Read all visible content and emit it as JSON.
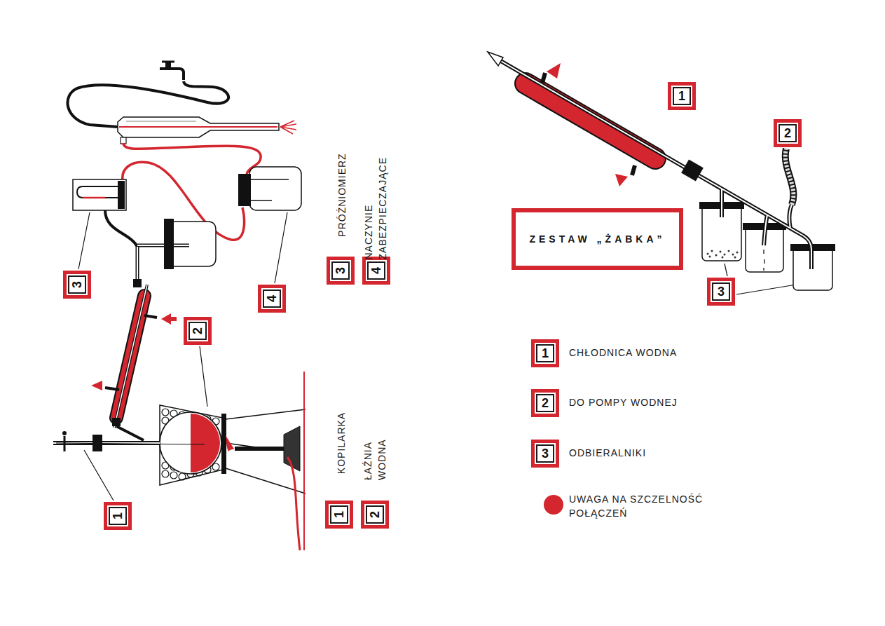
{
  "diagram": {
    "nodes": [
      {
        "text": [
          "1"
        ]
      },
      {
        "text": [
          "2"
        ]
      },
      {
        "text": [
          "3"
        ]
      },
      {
        "text": [
          "4"
        ]
      },
      {
        "text": [
          "3"
        ]
      },
      {
        "text": [
          "4"
        ]
      },
      {
        "text": [
          "1"
        ]
      },
      {
        "text": [
          "2"
        ]
      },
      {
        "text": [
          "1"
        ]
      },
      {
        "text": [
          "2"
        ]
      },
      {
        "text": [
          "ZESTAW „ŻABKA”"
        ]
      },
      {
        "text": [
          "3"
        ]
      },
      {
        "text": [
          "1"
        ]
      },
      {
        "text": [
          "2"
        ]
      },
      {
        "text": [
          "3"
        ]
      }
    ],
    "labels": [
      "PRÓŻNIOMIERZ",
      "NACZYNIE ZABEZPIECZAJĄCE",
      "KOPILARKA",
      "ŁAŹNIA WODNA",
      "CHŁODNICA WODNA",
      "DO POMPY WODNEJ",
      "ODBIERALNIKI"
    ],
    "legend": [
      {
        "text": "UWAGA NA SZCZELNOŚĆ POŁĄCZEŃ",
        "color": "#d3262e"
      }
    ]
  }
}
